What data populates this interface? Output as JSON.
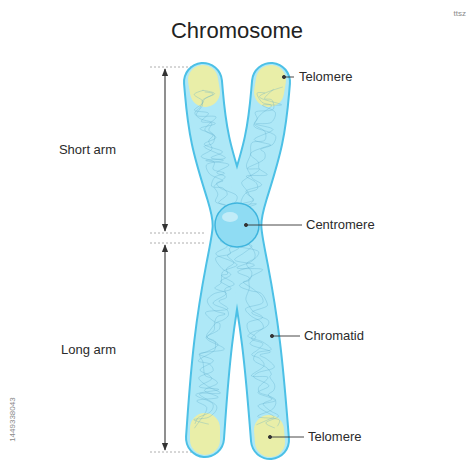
{
  "diagram": {
    "title": "Chromosome",
    "labels": [
      "Short arm",
      "Long arm",
      "Telomere",
      "Centromere",
      "Chromatid",
      "Telomere",
      "ttsz",
      "1449338043"
    ]
  }
}
